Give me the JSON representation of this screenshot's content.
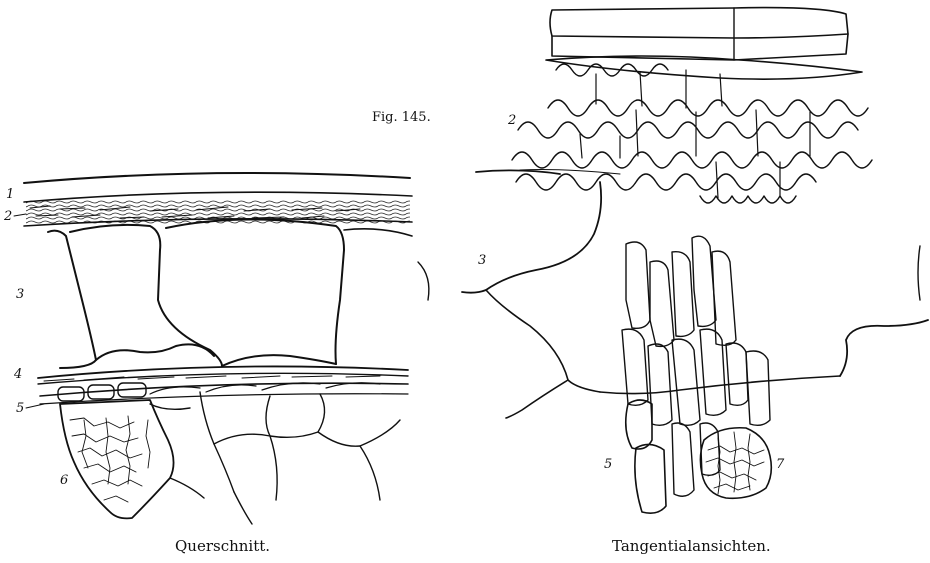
{
  "figure_number": "Fig. 145.",
  "left_panel": {
    "caption": "Querschnitt.",
    "labels": [
      "1",
      "2",
      "3",
      "4",
      "5",
      "6"
    ]
  },
  "right_panel": {
    "caption": "Tangentialansichten.",
    "labels": [
      "2",
      "3",
      "5",
      "7"
    ]
  },
  "colors": {
    "ink": "#111111",
    "paper": "#ffffff"
  }
}
